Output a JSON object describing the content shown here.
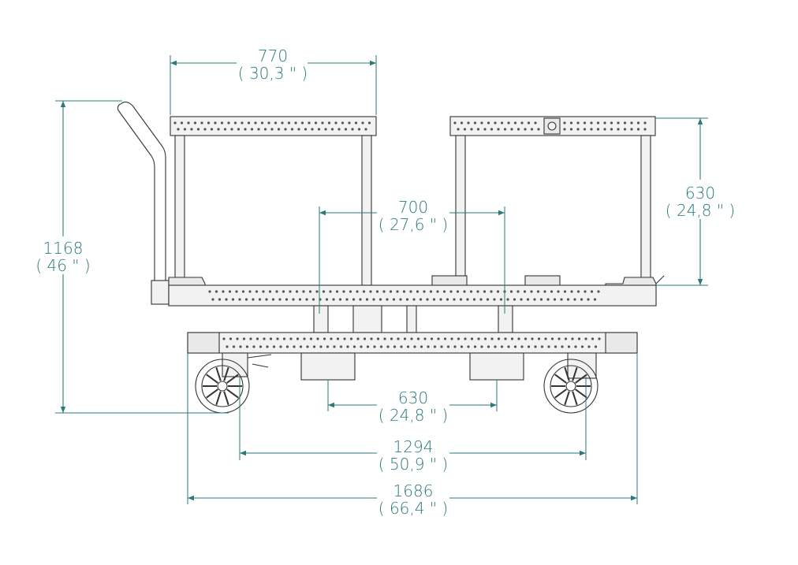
{
  "colors": {
    "dimension": "#2a7a78",
    "outline": "#333333",
    "frame_fill": "#f2f2f2"
  },
  "dimensions": {
    "top_width": {
      "mm": "770",
      "in": "( 30,3 \" )"
    },
    "overall_height": {
      "mm": "1168",
      "in": "( 46 \" )"
    },
    "deck_height": {
      "mm": "630",
      "in": "( 24,8 \" )"
    },
    "post_span": {
      "mm": "700",
      "in": "( 27,6 \" )"
    },
    "tow_span": {
      "mm": "630",
      "in": "( 24,8 \" )"
    },
    "wheelbase": {
      "mm": "1294",
      "in": "( 50,9 \" )"
    },
    "overall_length": {
      "mm": "1686",
      "in": "( 66,4 \" )"
    }
  }
}
